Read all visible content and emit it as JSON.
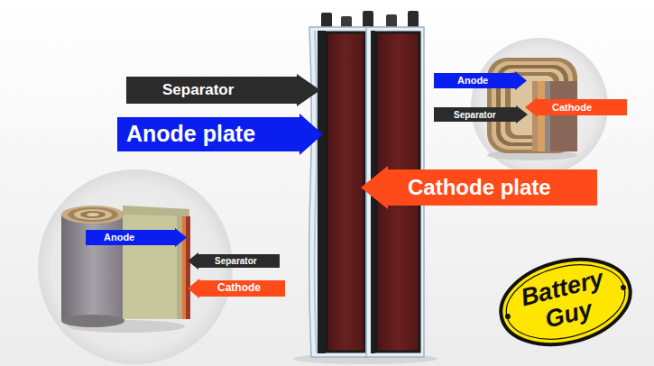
{
  "diagram": {
    "nodes": [
      {
        "text": [
          "Separator"
        ]
      },
      {
        "text": [
          "Anode"
        ]
      },
      {
        "text": [
          "Anode plate"
        ]
      },
      {
        "text": [
          "Separator"
        ]
      },
      {
        "text": [
          "Cathode"
        ]
      },
      {
        "text": [
          "Cathode plate"
        ]
      },
      {
        "text": [
          "Anode"
        ]
      },
      {
        "text": [
          "Separator"
        ]
      },
      {
        "text": [
          "Cathode"
        ]
      },
      {
        "text": [
          "Battery Guy"
        ]
      }
    ]
  }
}
